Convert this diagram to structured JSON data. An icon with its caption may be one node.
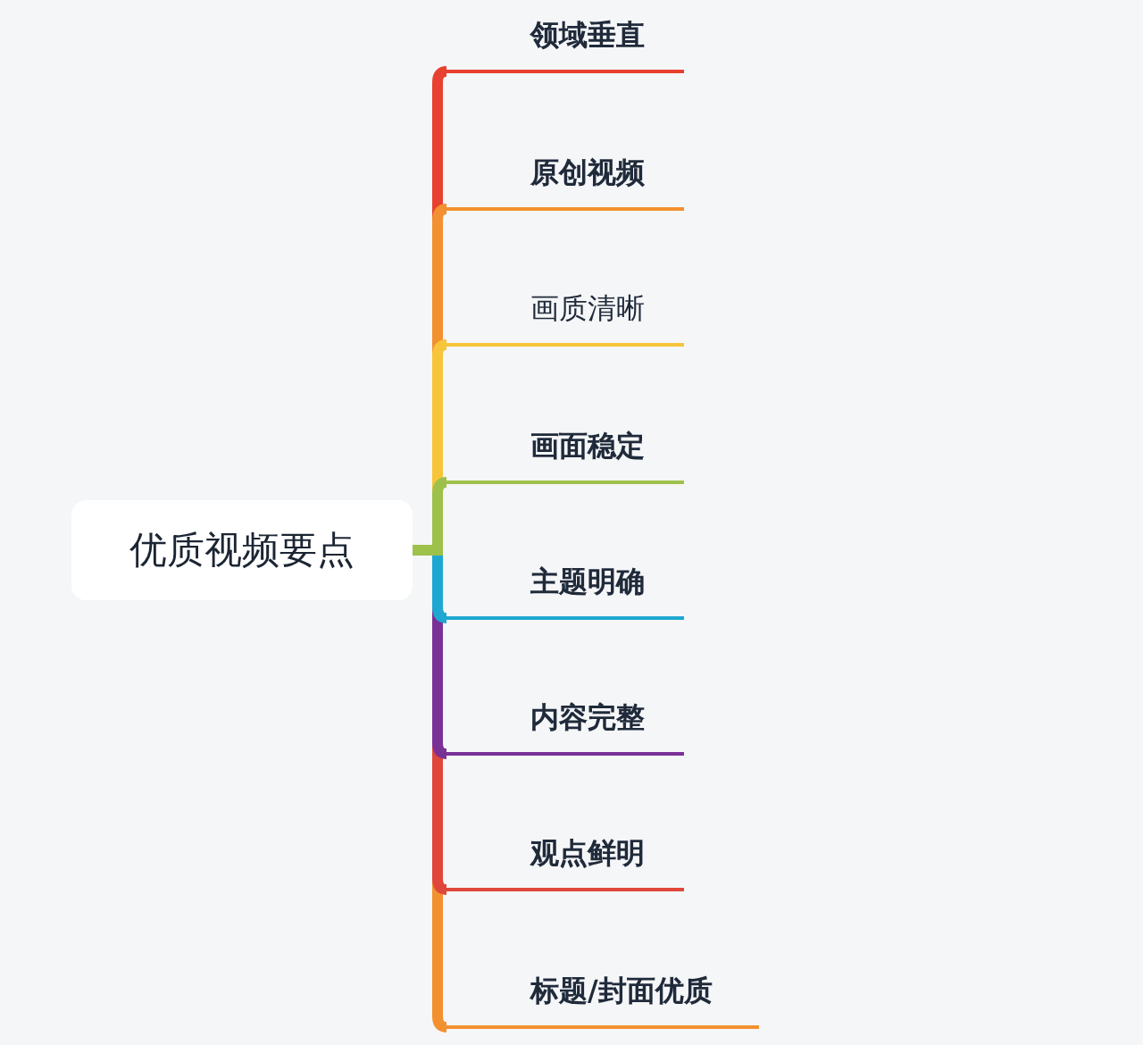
{
  "diagram": {
    "nodes": [
      {
        "text": [
          "优质视频要点"
        ]
      },
      {
        "text": [
          "领域垂直"
        ]
      },
      {
        "text": [
          "原创视频"
        ]
      },
      {
        "text": [
          "画质清晰"
        ]
      },
      {
        "text": [
          "画面稳定"
        ]
      },
      {
        "text": [
          "主题明确"
        ]
      },
      {
        "text": [
          "内容完整"
        ]
      },
      {
        "text": [
          "观点鲜明"
        ]
      },
      {
        "text": [
          "标题/封面优质"
        ]
      }
    ],
    "edges": [
      {
        "from": 0,
        "to": 1,
        "arrow": "none",
        "color": "#e8412f"
      },
      {
        "from": 0,
        "to": 2,
        "arrow": "none",
        "color": "#f39030"
      },
      {
        "from": 0,
        "to": 3,
        "arrow": "none",
        "color": "#f7c53a"
      },
      {
        "from": 0,
        "to": 4,
        "arrow": "none",
        "color": "#9dc14a"
      },
      {
        "from": 0,
        "to": 5,
        "arrow": "none",
        "color": "#1ea7d0"
      },
      {
        "from": 0,
        "to": 6,
        "arrow": "none",
        "color": "#7a3196"
      },
      {
        "from": 0,
        "to": 7,
        "arrow": "none",
        "color": "#e0473a"
      },
      {
        "from": 0,
        "to": 8,
        "arrow": "none",
        "color": "#f39030"
      }
    ]
  }
}
